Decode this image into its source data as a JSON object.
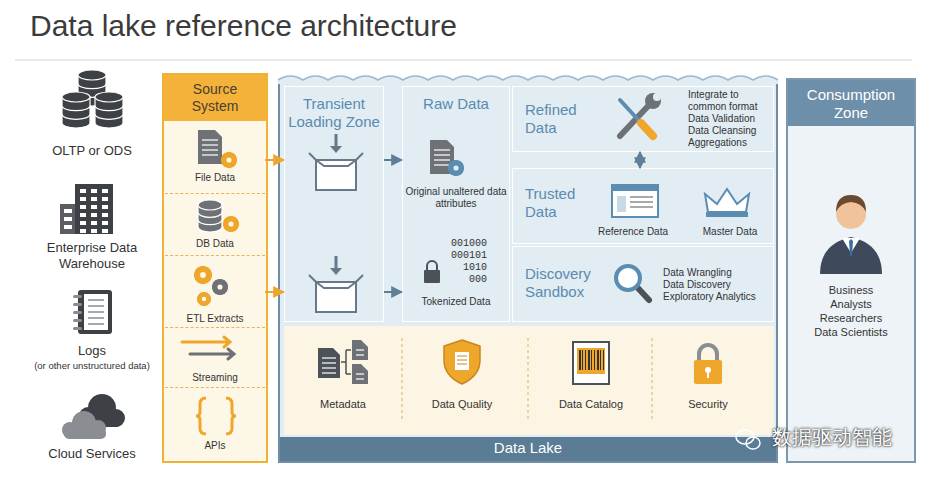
{
  "diagram": {
    "title": "Data lake reference architecture",
    "nodes": [
      {
        "text": [
          "Source System"
        ]
      },
      {
        "text": [
          "File Data"
        ],
        "in": 0
      },
      {
        "text": [
          "DB Data"
        ],
        "in": 0
      },
      {
        "text": [
          "ETL Extracts"
        ],
        "in": 0
      },
      {
        "text": [
          "Streaming"
        ],
        "in": 0
      },
      {
        "text": [
          "APIs"
        ],
        "in": 0
      },
      {
        "text": [
          "Data Lake"
        ]
      },
      {
        "text": [
          "Transient Loading Zone"
        ],
        "in": 6
      },
      {
        "text": [
          "Raw Data",
          "Original unaltered data attributes",
          "001000 000101 1010 000",
          "Tokenized Data"
        ],
        "in": 6
      },
      {
        "text": [
          "Refined Data",
          "Integrate to common format",
          "Data Validation",
          "Data Cleansing",
          "Aggregations"
        ],
        "in": 6
      },
      {
        "text": [
          "Trusted Data",
          "Reference Data",
          "Master Data"
        ],
        "in": 6
      },
      {
        "text": [
          "Discovery Sandbox",
          "Data Wrangling",
          "Data Discovery",
          "Exploratory Analytics"
        ],
        "in": 6
      },
      {
        "text": [
          "Metadata",
          "Data Quality",
          "Data Catalog",
          "Security"
        ],
        "in": 6
      },
      {
        "text": [
          "Consumption Zone",
          "Business",
          "Analysts",
          "Researchers",
          "Data Scientists"
        ]
      }
    ],
    "edges": [
      {
        "from": 1,
        "to": 7,
        "arrow": "to"
      },
      {
        "from": 3,
        "to": 7,
        "arrow": "to"
      },
      {
        "from": 7,
        "to": 8,
        "arrow": "to"
      },
      {
        "from": 7,
        "to": 8,
        "arrow": "to"
      },
      {
        "from": 9,
        "to": 10,
        "arrow": "both"
      }
    ],
    "labels": [
      "OLTP or ODS",
      "Enterprise Data Warehouse",
      "Logs",
      "(or other unstructured data)",
      "Cloud Services",
      "数据驱动智能"
    ]
  }
}
